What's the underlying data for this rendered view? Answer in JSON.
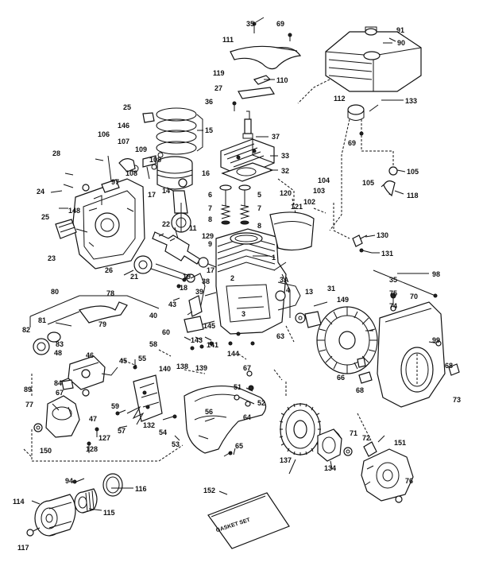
{
  "labels": {
    "p1": "1",
    "p2": "2",
    "p3": "3",
    "p3a": "3A",
    "p4": "4",
    "p5": "5",
    "p6": "6",
    "p7": "7",
    "p8": "8",
    "p9": "9",
    "p11": "11",
    "p13": "13",
    "p14": "14",
    "p15": "15",
    "p16": "16",
    "p17": "17",
    "p17b": "17",
    "p18": "18",
    "p19": "19",
    "p21": "21",
    "p22": "22",
    "p23": "23",
    "p24": "24",
    "p25": "25",
    "p25b": "25",
    "p26": "26",
    "p27": "27",
    "p28": "28",
    "p31": "31",
    "p32": "32",
    "p33": "33",
    "p35": "35",
    "p35b": "35",
    "p36": "36",
    "p37": "37",
    "p38": "38",
    "p39": "39",
    "p40": "40",
    "p43": "43",
    "p45": "45",
    "p46": "46",
    "p47": "47",
    "p48": "48",
    "p51": "51",
    "p52": "52",
    "p53": "53",
    "p54": "54",
    "p55": "55",
    "p56": "56",
    "p57": "57",
    "p58": "58",
    "p59": "59",
    "p60": "60",
    "p63": "63",
    "p64": "64",
    "p65": "65",
    "p66": "66",
    "p67": "67",
    "p67b": "67",
    "p68": "68",
    "p68b": "68",
    "p69": "69",
    "p69b": "69",
    "p70": "70",
    "p71": "71",
    "p72": "72",
    "p73": "73",
    "p74": "74",
    "p75": "75",
    "p76": "76",
    "p77": "77",
    "p78": "78",
    "p79": "79",
    "p80": "80",
    "p81": "81",
    "p82": "82",
    "p83": "83",
    "p84": "84",
    "p89": "89",
    "p90": "90",
    "p91": "91",
    "p94": "94",
    "p97": "97",
    "p98": "98",
    "p99": "99",
    "p102": "102",
    "p103": "103",
    "p104": "104",
    "p105": "105",
    "p105b": "105",
    "p106": "106",
    "p107": "107",
    "p108": "108",
    "p108b": "108",
    "p109": "109",
    "p110": "110",
    "p111": "111",
    "p112": "112",
    "p114": "114",
    "p115": "115",
    "p116": "116",
    "p117": "117",
    "p118": "118",
    "p119": "119",
    "p120": "120",
    "p121": "121",
    "p127": "127",
    "p128": "128",
    "p129": "129",
    "p130": "130",
    "p131": "131",
    "p132": "132",
    "p133": "133",
    "p134": "134",
    "p137": "137",
    "p138": "138",
    "p139": "139",
    "p140": "140",
    "p141": "141",
    "p143": "143",
    "p144": "144",
    "p145": "145",
    "p146": "146",
    "p148": "148",
    "p149": "149",
    "p150": "150",
    "p151": "151",
    "p152": "152"
  },
  "gasket_set_text": "GASKET SET"
}
